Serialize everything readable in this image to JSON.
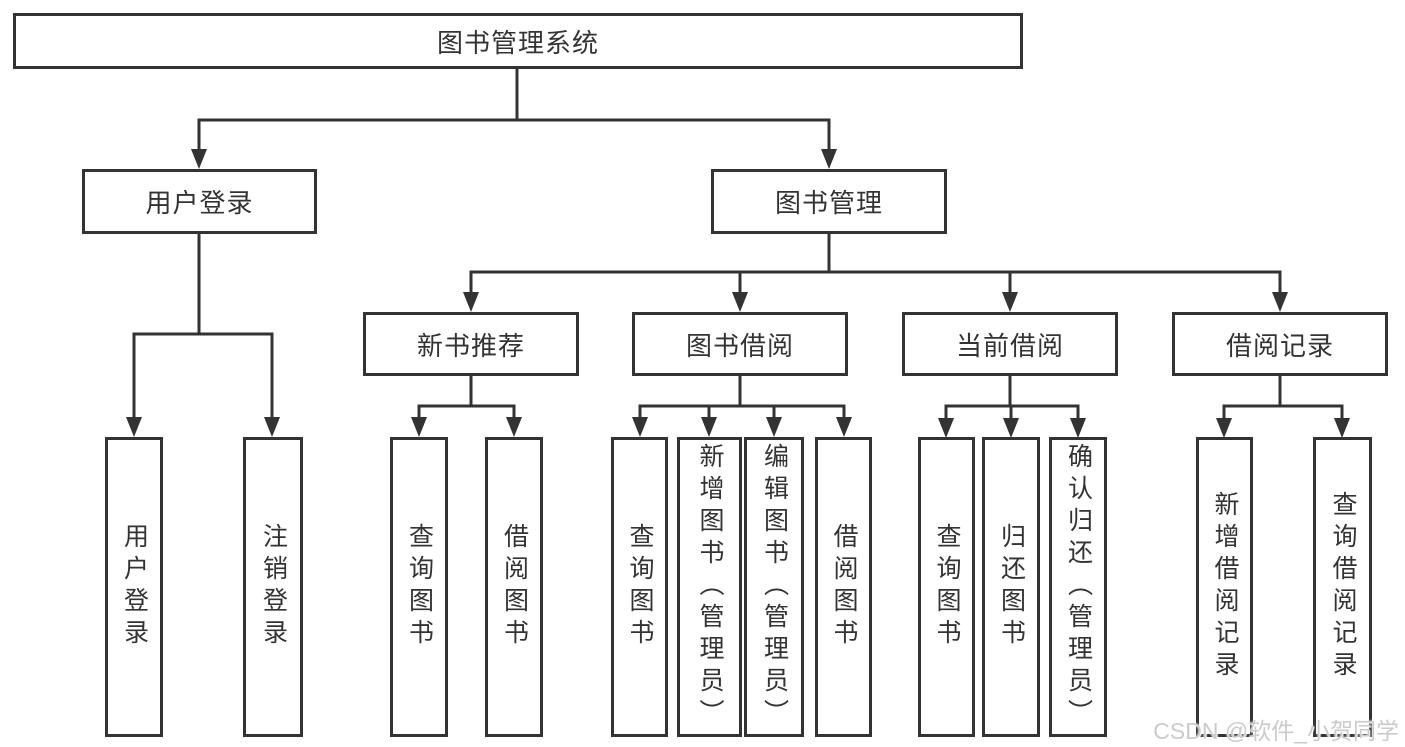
{
  "diagram": {
    "root": {
      "label": "图书管理系统"
    },
    "branches": [
      {
        "label": "用户登录",
        "children": [
          {
            "label": "用户登录"
          },
          {
            "label": "注销登录"
          }
        ]
      },
      {
        "label": "图书管理",
        "children": [
          {
            "label": "新书推荐",
            "children": [
              {
                "label": "查询图书"
              },
              {
                "label": "借阅图书"
              }
            ]
          },
          {
            "label": "图书借阅",
            "children": [
              {
                "label": "查询图书"
              },
              {
                "label": "新增图书（管理员）"
              },
              {
                "label": "编辑图书（管理员）"
              },
              {
                "label": "借阅图书"
              }
            ]
          },
          {
            "label": "当前借阅",
            "children": [
              {
                "label": "查询图书"
              },
              {
                "label": "归还图书"
              },
              {
                "label": "确认归还（管理员）"
              }
            ]
          },
          {
            "label": "借阅记录",
            "children": [
              {
                "label": "新增借阅记录"
              },
              {
                "label": "查询借阅记录"
              }
            ]
          }
        ]
      }
    ],
    "watermark": "CSDN @软件_小贺同学",
    "colors": {
      "line": "#333333",
      "background": "#ffffff",
      "watermark": "#cbcbcb"
    }
  }
}
